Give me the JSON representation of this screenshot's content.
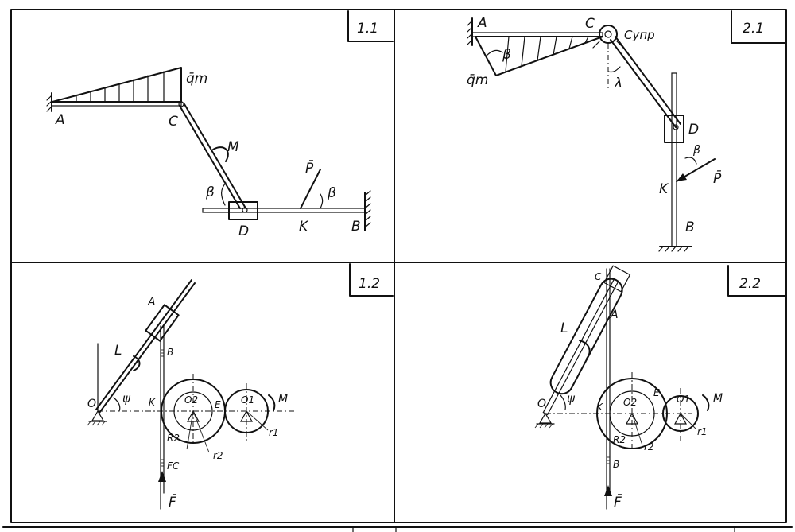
{
  "panels": [
    {
      "number": "1.1",
      "labels": {
        "A": "A",
        "C": "C",
        "D": "D",
        "K": "K",
        "B": "B",
        "M": "M",
        "P": "P̄",
        "q": "q̄m",
        "beta1": "β",
        "beta2": "β"
      }
    },
    {
      "number": "2.1",
      "labels": {
        "A": "A",
        "C": "C",
        "Cupr": "Cупр",
        "q": "q̄m",
        "beta1": "β",
        "lambda": "λ",
        "D": "D",
        "beta2": "β",
        "P": "P̄",
        "K": "K",
        "B": "B"
      }
    },
    {
      "number": "1.2",
      "labels": {
        "A": "A",
        "L": "L",
        "B": "B",
        "O": "O",
        "psi": "ψ",
        "K": "K",
        "O2": "O2",
        "E": "E",
        "O1": "O1",
        "M": "M",
        "R2": "R2",
        "r1": "r1",
        "r2": "r2",
        "FC": "FC",
        "F": "F̄"
      }
    },
    {
      "number": "2.2",
      "labels": {
        "C": "C",
        "A": "A",
        "L": "L",
        "O": "O",
        "psi": "ψ",
        "K": "K",
        "O2": "O2",
        "E": "E",
        "O1": "O1",
        "M": "M",
        "R2": "R2",
        "B": "B",
        "r2": "r2",
        "r1": "r1",
        "F": "F̄"
      }
    }
  ]
}
